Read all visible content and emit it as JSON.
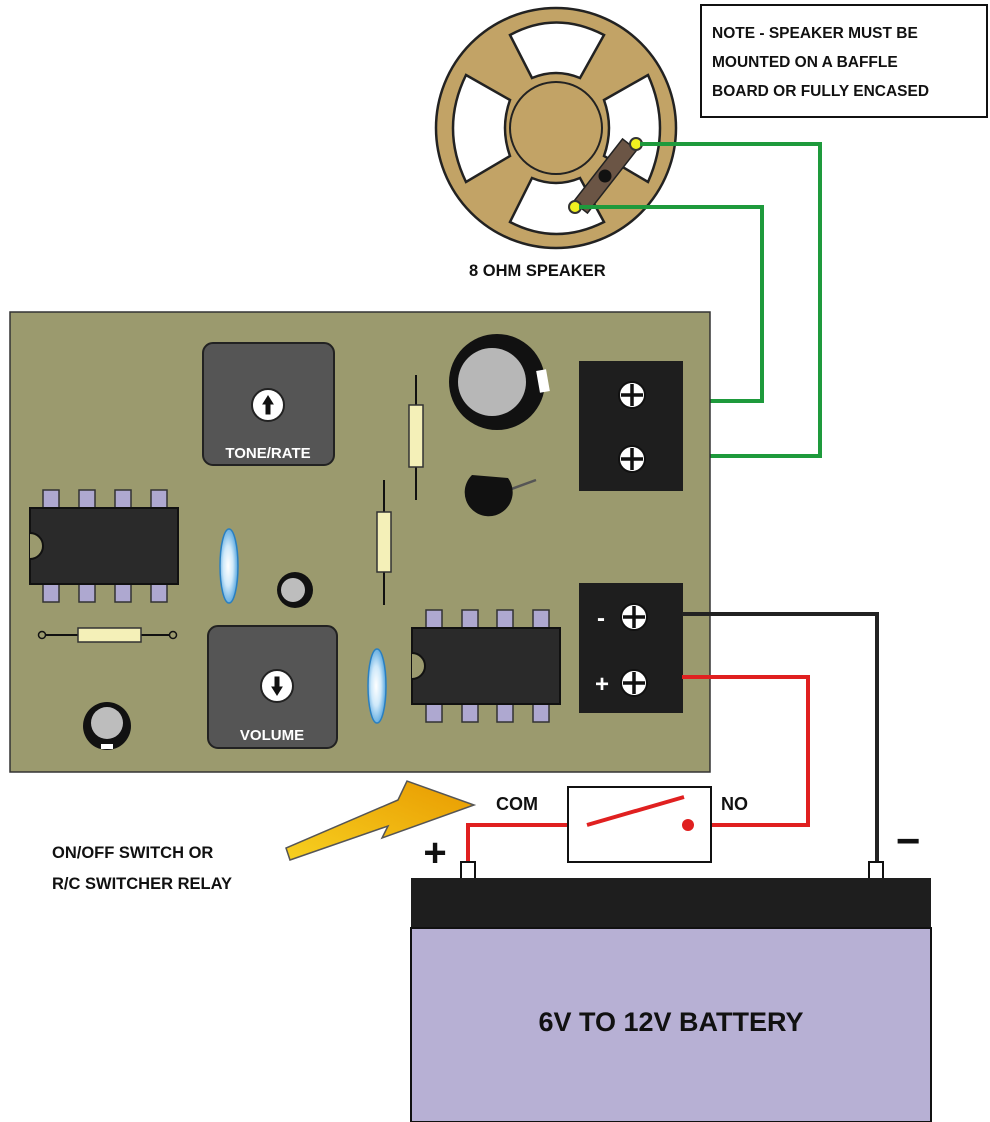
{
  "note": {
    "line1": "NOTE - SPEAKER MUST BE",
    "line2": "MOUNTED ON A BAFFLE",
    "line3": "BOARD OR FULLY ENCASED"
  },
  "speaker_label": "8 OHM SPEAKER",
  "pots": {
    "tone_label": "TONE/RATE",
    "volume_label": "VOLUME"
  },
  "terminals": {
    "minus_label": "-",
    "plus_label": "+"
  },
  "switch": {
    "com_label": "COM",
    "no_label": "NO"
  },
  "arrow_label": {
    "line1": "ON/OFF SWITCH OR",
    "line2": "R/C SWITCHER RELAY"
  },
  "battery": {
    "label": "6V TO 12V BATTERY",
    "plus_symbol": "+",
    "minus_symbol": "−"
  },
  "colors": {
    "board": "#9b9a6e",
    "speaker_cone": "#c2a366",
    "speaker_wire": "#1e9a3c",
    "positive_wire": "#e02020",
    "negative_wire": "#222222",
    "battery_body": "#b7b0d4",
    "battery_top": "#1e1e1e",
    "ic_pin": "#aea8d0",
    "capacitor_blue": "#5aaee6",
    "arrow": "#f0b400"
  }
}
